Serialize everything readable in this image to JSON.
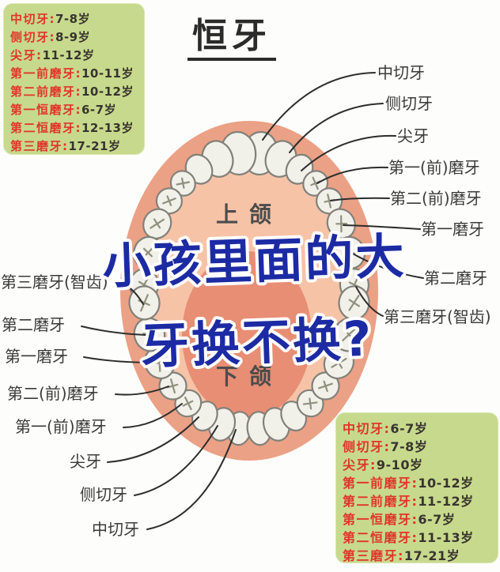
{
  "title": "恒牙",
  "headline": {
    "line1": "小孩里面的大",
    "line2": "牙换不换?"
  },
  "mouth": {
    "upper_jaw_label": "上颌",
    "lower_jaw_label": "下颌"
  },
  "upper_schedule": {
    "colon": ":",
    "rows": [
      {
        "tooth": "中切牙",
        "age": "7-8岁"
      },
      {
        "tooth": "侧切牙",
        "age": "8-9岁"
      },
      {
        "tooth": "尖牙",
        "age": "11-12岁"
      },
      {
        "tooth": "第一前磨牙",
        "age": "10-11岁"
      },
      {
        "tooth": "第二前磨牙",
        "age": "10-12岁"
      },
      {
        "tooth": "第一恒磨牙",
        "age": "6-7岁"
      },
      {
        "tooth": "第二恒磨牙",
        "age": "12-13岁"
      },
      {
        "tooth": "第三磨牙",
        "age": "17-21岁"
      }
    ]
  },
  "lower_schedule": {
    "colon": ":",
    "rows": [
      {
        "tooth": "中切牙",
        "age": "6-7岁"
      },
      {
        "tooth": "侧切牙",
        "age": "7-8岁"
      },
      {
        "tooth": "尖牙",
        "age": "9-10岁"
      },
      {
        "tooth": "第一前磨牙",
        "age": "10-12岁"
      },
      {
        "tooth": "第二前磨牙",
        "age": "11-12岁"
      },
      {
        "tooth": "第一恒磨牙",
        "age": "6-7岁"
      },
      {
        "tooth": "第二恒磨牙",
        "age": "11-13岁"
      },
      {
        "tooth": "第三磨牙",
        "age": "17-21岁"
      }
    ]
  },
  "right_labels": [
    "中切牙",
    "侧切牙",
    "尖牙",
    "第一(前)磨牙",
    "第二(前)磨牙",
    "第一磨牙",
    "第二磨牙",
    "第三磨牙(智齿)"
  ],
  "left_labels": [
    "第三磨牙(智齿)",
    "第二磨牙",
    "第一磨牙",
    "第二(前)磨牙",
    "第一(前)磨牙",
    "尖牙",
    "侧切牙",
    "中切牙"
  ],
  "colors": {
    "headline_blue": "#1c2ba3",
    "headline_outline": "#ffffff",
    "box_green": "#c7d98c",
    "tooth_name_red": "#e0352a",
    "age_text_dark": "#38342f",
    "lips_rim_salmon": "#eba185",
    "mouth_inner_pink": "#f6c3a7",
    "tongue_pink": "#e78e74",
    "tooth_fill": "#f1f0e9",
    "tooth_outline": "#81817a",
    "tooth_groove": "#90907f",
    "leader_line": "#2d2d2d",
    "label_text": "#3a3a3a"
  }
}
